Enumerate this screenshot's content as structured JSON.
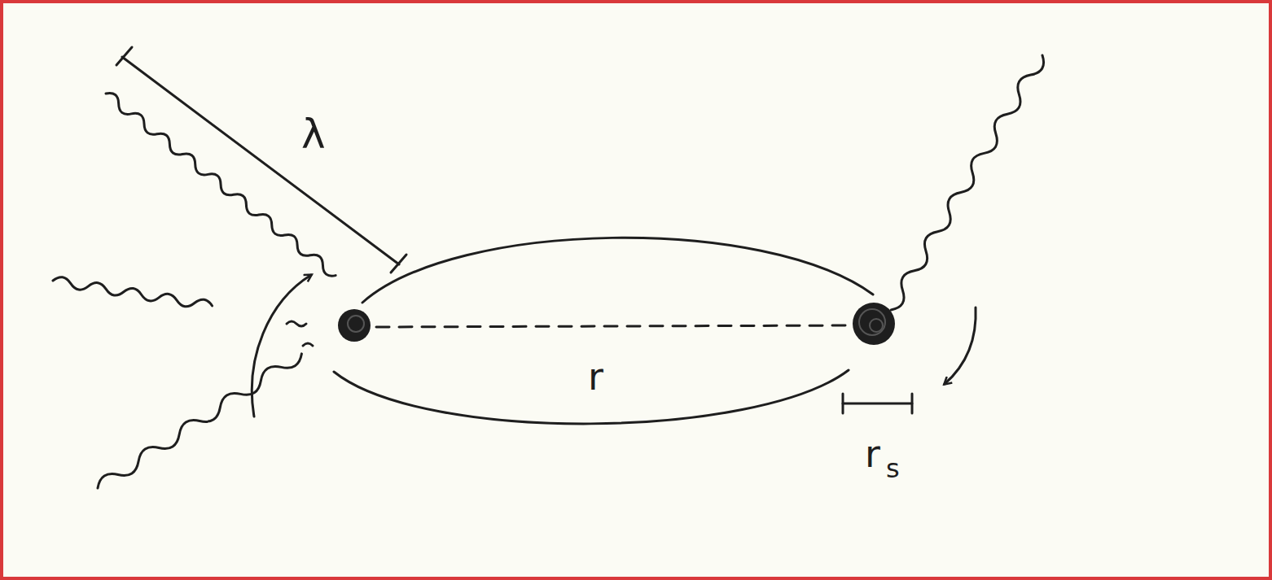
{
  "diagram": {
    "labels": [
      "λ",
      "r",
      "r",
      "s"
    ]
  }
}
